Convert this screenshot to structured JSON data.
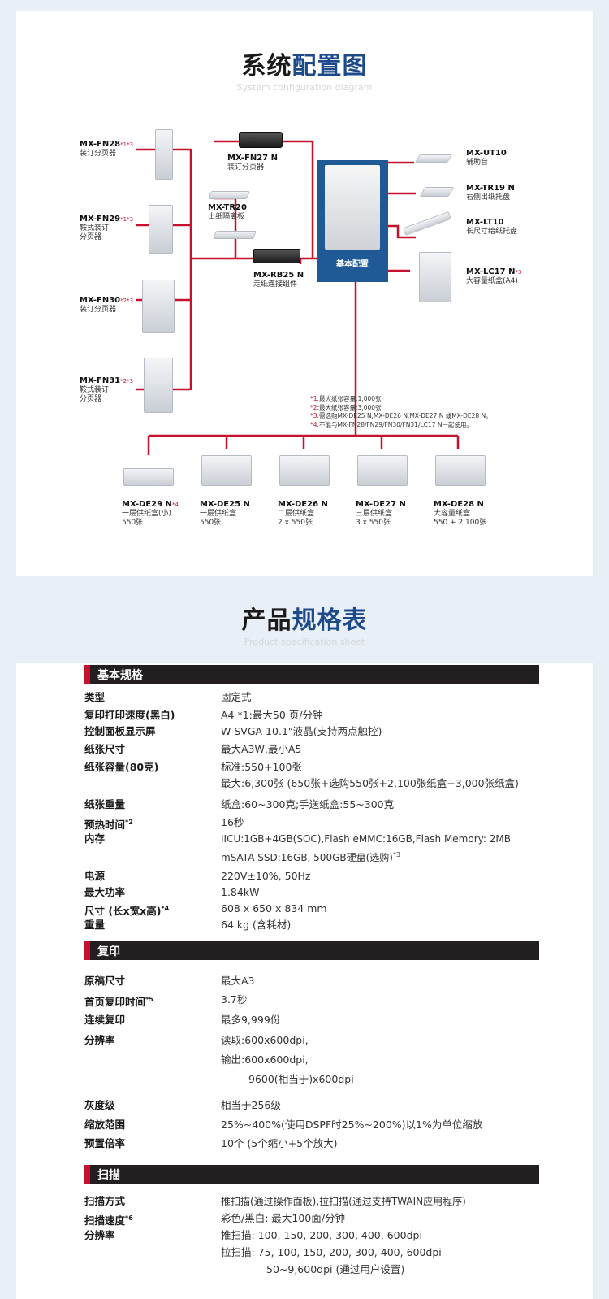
{
  "diagram": {
    "title_a": "系统",
    "title_b": "配置图",
    "subtitle": "System configuration diagram",
    "base_label": "基本配置",
    "left": [
      {
        "code": "MX-FN28",
        "sup": "*1*3",
        "desc1": "装订分页器",
        "desc2": ""
      },
      {
        "code": "MX-FN29",
        "sup": "*1*3",
        "desc1": "鞍式装订",
        "desc2": "分页器"
      },
      {
        "code": "MX-FN30",
        "sup": "*2*3",
        "desc1": "装订分页器",
        "desc2": ""
      },
      {
        "code": "MX-FN31",
        "sup": "*2*3",
        "desc1": "鞍式装订",
        "desc2": "分页器"
      }
    ],
    "mid": [
      {
        "code": "MX-FN27 N",
        "desc": "装订分页器"
      },
      {
        "code": "MX-TR20",
        "desc": "出纸隔离板"
      },
      {
        "code": "MX-RB25 N",
        "desc": "走纸连接组件"
      }
    ],
    "right": [
      {
        "code": "MX-UT10",
        "sup": "",
        "desc": "辅助台"
      },
      {
        "code": "MX-TR19 N",
        "sup": "",
        "desc": "右侧出纸托盘"
      },
      {
        "code": "MX-LT10",
        "sup": "",
        "desc": "长尺寸给纸托盘"
      },
      {
        "code": "MX-LC17 N",
        "sup": "*3",
        "desc": "大容量纸盒(A4)"
      }
    ],
    "notes": [
      {
        "mark": "*1",
        "text": ":最大纸张容量:1,000张"
      },
      {
        "mark": "*2",
        "text": ":最大纸张容量:3,000张"
      },
      {
        "mark": "*3",
        "text": ":需选购MX-DE25 N,MX-DE26 N,MX-DE27 N 或MX-DE28 N。"
      },
      {
        "mark": "*4",
        "text": ":不能与MX-FN28/FN29/FN30/FN31/LC17 N一起使用。"
      }
    ],
    "bottom": [
      {
        "code": "MX-DE29 N",
        "sup": "*4",
        "desc1": "一层供纸盒(小)",
        "desc2": "550张"
      },
      {
        "code": "MX-DE25 N",
        "sup": "",
        "desc1": "一层供纸盒",
        "desc2": "550张"
      },
      {
        "code": "MX-DE26 N",
        "sup": "",
        "desc1": "二层供纸盒",
        "desc2": "2 x 550张"
      },
      {
        "code": "MX-DE27 N",
        "sup": "",
        "desc1": "三层供纸盒",
        "desc2": "3 x 550张"
      },
      {
        "code": "MX-DE28 N",
        "sup": "",
        "desc1": "大容量纸盒",
        "desc2": "550 + 2,100张"
      }
    ]
  },
  "spec": {
    "title_a": "产品",
    "title_b": "规格表",
    "subtitle": "Product specification sheet",
    "sections": [
      {
        "title": "基本规格",
        "rows": [
          {
            "k": "类型",
            "ks": "",
            "v": "固定式",
            "vs": ""
          },
          {
            "k": "复印打印速度(黑白)",
            "ks": "",
            "v": "A4 *1:最大50 页/分钟",
            "vs": ""
          },
          {
            "k": "控制面板显示屏",
            "ks": "",
            "v": "W-SVGA 10.1\"液晶(支持两点触控)",
            "vs": ""
          },
          {
            "k": "纸张尺寸",
            "ks": "",
            "v": "最大A3W,最小A5",
            "vs": ""
          },
          {
            "k": "纸张容量(80克)",
            "ks": "",
            "v": "标准:550+100张",
            "vs": ""
          },
          {
            "k": "",
            "ks": "",
            "v": "最大:6,300张 (650张+选购550张+2,100张纸盒+3,000张纸盒)",
            "vs": ""
          },
          {
            "k": "纸张重量",
            "ks": "",
            "v": "纸盒:60~300克;手送纸盒:55~300克",
            "vs": ""
          },
          {
            "k": "预热时间",
            "ks": "*2",
            "v": "16秒",
            "vs": ""
          },
          {
            "k": "内存",
            "ks": "",
            "v": "IICU:1GB+4GB(SOC),Flash eMMC:16GB,Flash Memory: 2MB",
            "vs": ""
          },
          {
            "k": "",
            "ks": "",
            "v": "mSATA SSD:16GB, 500GB硬盘(选购)",
            "vs": "*3"
          },
          {
            "k": "电源",
            "ks": "",
            "v": "220V±10%, 50Hz",
            "vs": ""
          },
          {
            "k": "最大功率",
            "ks": "",
            "v": "1.84kW",
            "vs": ""
          },
          {
            "k": "尺寸 (长x宽x高)",
            "ks": "*4",
            "v": "608 x 650 x 834 mm",
            "vs": ""
          },
          {
            "k": "重量",
            "ks": "",
            "v": "64 kg (含耗材)",
            "vs": ""
          }
        ]
      },
      {
        "title": "复印",
        "rows": [
          {
            "k": "原稿尺寸",
            "ks": "",
            "v": "最大A3",
            "vs": ""
          },
          {
            "k": "首页复印时间",
            "ks": "*5",
            "v": "3.7秒",
            "vs": ""
          },
          {
            "k": "连续复印",
            "ks": "",
            "v": "最多9,999份",
            "vs": ""
          },
          {
            "k": "分辨率",
            "ks": "",
            "v": "读取:600x600dpi,",
            "vs": ""
          },
          {
            "k": "",
            "ks": "",
            "v": "输出:600x600dpi,",
            "vs": ""
          },
          {
            "k": "",
            "ks": "",
            "v": "9600(相当于)x600dpi",
            "vs": ""
          },
          {
            "k": "灰度级",
            "ks": "",
            "v": "相当于256级",
            "vs": ""
          },
          {
            "k": "缩放范围",
            "ks": "",
            "v": "25%~400%(使用DSPF时25%~200%)以1%为单位缩放",
            "vs": ""
          },
          {
            "k": "预置倍率",
            "ks": "",
            "v": "10个 (5个缩小+5个放大)",
            "vs": ""
          }
        ]
      },
      {
        "title": "扫描",
        "rows": [
          {
            "k": "扫描方式",
            "ks": "",
            "v": "推扫描(通过操作面板),拉扫描(通过支持TWAIN应用程序)",
            "vs": ""
          },
          {
            "k": "扫描速度",
            "ks": "*6",
            "v": "彩色/黑白: 最大100面/分钟",
            "vs": ""
          },
          {
            "k": "分辨率",
            "ks": "",
            "v": "推扫描: 100, 150, 200, 300, 400, 600dpi",
            "vs": ""
          },
          {
            "k": "",
            "ks": "",
            "v": "拉扫描: 75, 100, 150, 200, 300, 400, 600dpi",
            "vs": ""
          },
          {
            "k": "",
            "ks": "",
            "v": "50~9,600dpi (通过用户设置)",
            "vs": ""
          }
        ]
      }
    ]
  },
  "colors": {
    "accent": "#c8102e",
    "brand": "#1f5a96",
    "title_blue": "#1d4a8a",
    "bar": "#231f20"
  }
}
